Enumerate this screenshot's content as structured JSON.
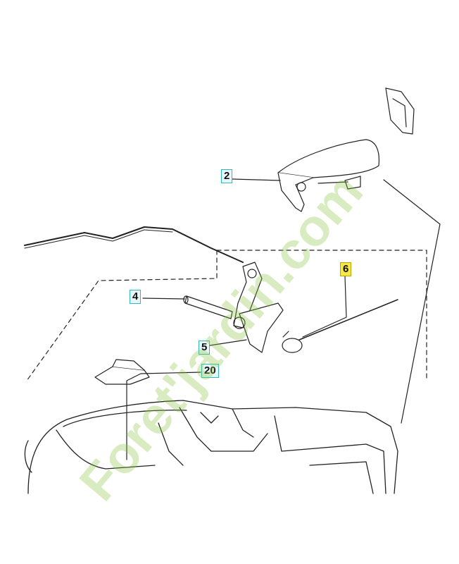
{
  "callouts": [
    {
      "id": "c2",
      "label": "2",
      "highlight": false
    },
    {
      "id": "c4",
      "label": "4",
      "highlight": false
    },
    {
      "id": "c5",
      "label": "5",
      "highlight": false
    },
    {
      "id": "c6",
      "label": "6",
      "highlight": true
    },
    {
      "id": "c20",
      "label": "20",
      "highlight": false
    }
  ],
  "watermark": {
    "text": "Foret'jardin.com",
    "color": "#8ac43f"
  }
}
